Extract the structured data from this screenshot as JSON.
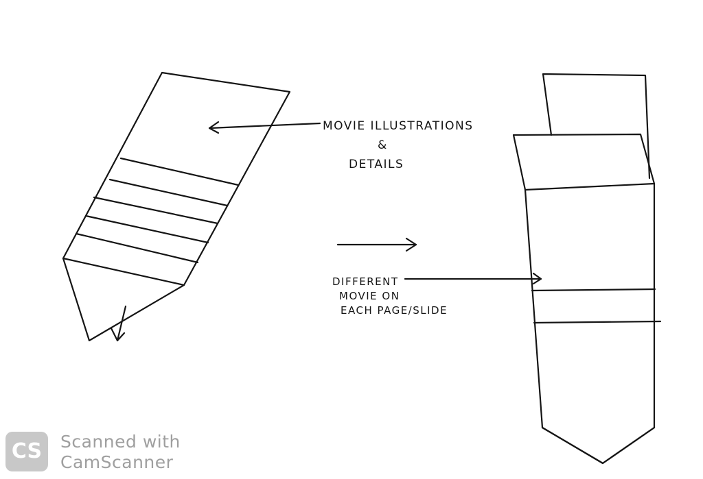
{
  "annotations": {
    "movie_illustrations": "MOVIE ILLUSTRATIONS",
    "ampersand": "&",
    "details": "DETAILS",
    "different": "DIFFERENT",
    "movie_on": "MOVIE ON",
    "each_page_slide": "EACH PAGE/SLIDE"
  },
  "watermark": {
    "logo_letters": "CS",
    "line1": "Scanned with",
    "line2": "CamScanner"
  },
  "colors": {
    "ink": "#151515",
    "watermark_gray": "#9f9f9f"
  }
}
